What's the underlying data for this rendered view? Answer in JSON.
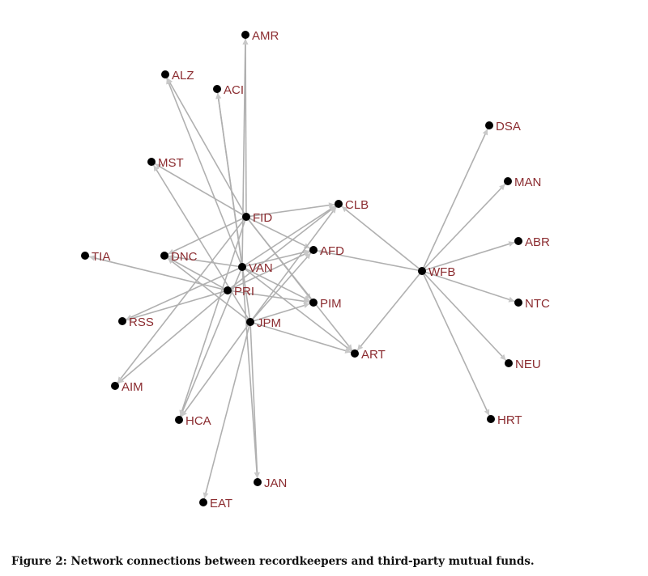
{
  "nodes": [
    "AMR",
    "ALZ",
    "ACI",
    "MST",
    "FID",
    "CLB",
    "DNC",
    "TIA",
    "VAN",
    "AFD",
    "PRI",
    "PIM",
    "RSS",
    "JPM",
    "ART",
    "AIM",
    "HCA",
    "JAN",
    "EAT",
    "WFB",
    "DSA",
    "MAN",
    "ABR",
    "NTC",
    "NEU",
    "HRT"
  ],
  "edges": [
    [
      "FID",
      "AMR"
    ],
    [
      "FID",
      "ALZ"
    ],
    [
      "FID",
      "MST"
    ],
    [
      "FID",
      "CLB"
    ],
    [
      "FID",
      "AFD"
    ],
    [
      "FID",
      "DNC"
    ],
    [
      "FID",
      "PIM"
    ],
    [
      "FID",
      "ART"
    ],
    [
      "FID",
      "AIM"
    ],
    [
      "FID",
      "HCA"
    ],
    [
      "VAN",
      "AMR"
    ],
    [
      "VAN",
      "ACI"
    ],
    [
      "VAN",
      "ALZ"
    ],
    [
      "VAN",
      "CLB"
    ],
    [
      "VAN",
      "AFD"
    ],
    [
      "VAN",
      "DNC"
    ],
    [
      "VAN",
      "PIM"
    ],
    [
      "VAN",
      "RSS"
    ],
    [
      "VAN",
      "ART"
    ],
    [
      "VAN",
      "HCA"
    ],
    [
      "VAN",
      "JAN"
    ],
    [
      "PRI",
      "TIA"
    ],
    [
      "PRI",
      "RSS"
    ],
    [
      "PRI",
      "CLB"
    ],
    [
      "PRI",
      "AFD"
    ],
    [
      "PRI",
      "PIM"
    ],
    [
      "PRI",
      "AIM"
    ],
    [
      "PRI",
      "DNC"
    ],
    [
      "JPM",
      "MST"
    ],
    [
      "JPM",
      "ACI"
    ],
    [
      "JPM",
      "CLB"
    ],
    [
      "JPM",
      "AFD"
    ],
    [
      "JPM",
      "PIM"
    ],
    [
      "JPM",
      "ART"
    ],
    [
      "JPM",
      "HCA"
    ],
    [
      "JPM",
      "EAT"
    ],
    [
      "JPM",
      "JAN"
    ],
    [
      "JPM",
      "DNC"
    ],
    [
      "WFB",
      "CLB"
    ],
    [
      "WFB",
      "AFD"
    ],
    [
      "WFB",
      "ART"
    ],
    [
      "WFB",
      "DSA"
    ],
    [
      "WFB",
      "MAN"
    ],
    [
      "WFB",
      "ABR"
    ],
    [
      "WFB",
      "NTC"
    ],
    [
      "WFB",
      "NEU"
    ],
    [
      "WFB",
      "HRT"
    ]
  ],
  "caption": {
    "prefix": "Figure 2:",
    "text": " Network connections between recordkeepers and third-party mutual funds."
  },
  "colors": {
    "label": "#8b2c30",
    "edge": "#b0b0b0",
    "node": "#000000"
  }
}
